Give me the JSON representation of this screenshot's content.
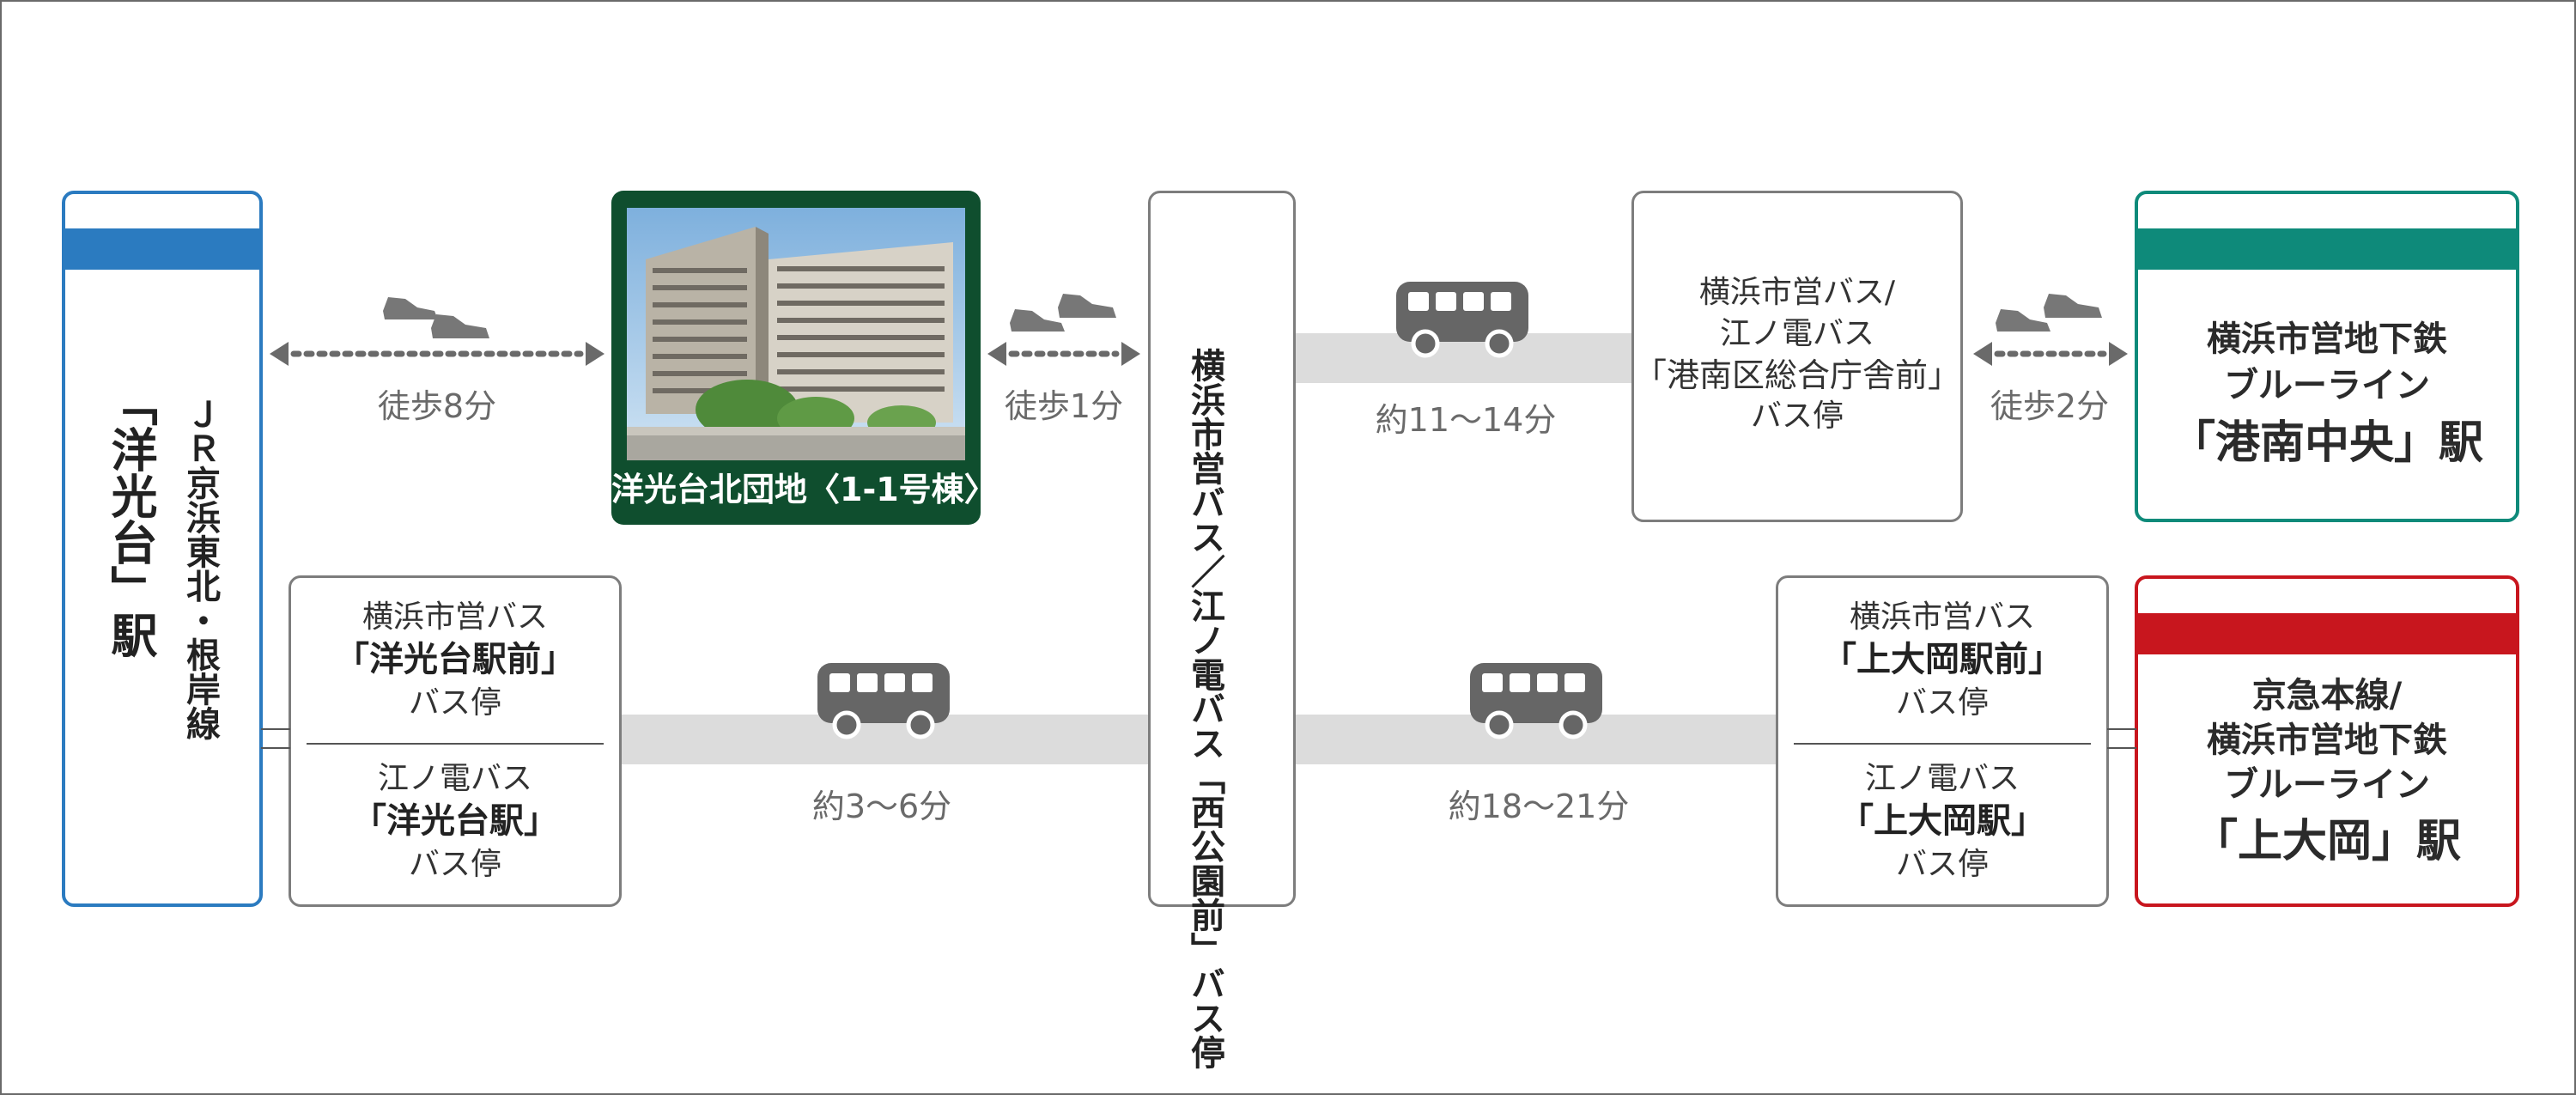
{
  "stations": {
    "left": {
      "line": "ＪＲ京浜東北・根岸線",
      "name": "「洋光台」駅",
      "color": "#2b7bc0"
    },
    "top_right": {
      "line1": "横浜市営地下鉄",
      "line2": "ブルーライン",
      "name": "「港南中央」駅",
      "color": "#0e8a7a"
    },
    "bottom_right": {
      "line1": "京急本線/",
      "line2": "横浜市営地下鉄",
      "line3": "ブルーライン",
      "name": "「上大岡」駅",
      "color": "#c8161e"
    }
  },
  "property": {
    "name": "洋光台北団地〈1-1号棟〉",
    "color": "#0f4e2e"
  },
  "stops": {
    "center": {
      "label": "横浜市営バス／江ノ電バス「西公園前」バス停"
    },
    "konan": {
      "line1": "横浜市営バス/",
      "line2": "江ノ電バス",
      "line3": "「港南区総合庁舎前」",
      "line4": "バス停"
    },
    "yokodai": {
      "top": {
        "line1": "横浜市営バス",
        "line2": "「洋光台駅前」",
        "line3": "バス停"
      },
      "bottom": {
        "line1": "江ノ電バス",
        "line2": "「洋光台駅」",
        "line3": "バス停"
      }
    },
    "kamiooka": {
      "top": {
        "line1": "横浜市営バス",
        "line2": "「上大岡駅前」",
        "line3": "バス停"
      },
      "bottom": {
        "line1": "江ノ電バス",
        "line2": "「上大岡駅」",
        "line3": "バス停"
      }
    }
  },
  "times": {
    "walk_station": "徒歩8分",
    "walk_stop": "徒歩1分",
    "bus_konan": "約11〜14分",
    "walk_konan": "徒歩2分",
    "bus_yokodai": "約3〜6分",
    "bus_kamiooka": "約18〜21分"
  },
  "colors": {
    "band": "#dcdcdc",
    "icon": "#666666",
    "text_gray": "#6a6a6a"
  }
}
